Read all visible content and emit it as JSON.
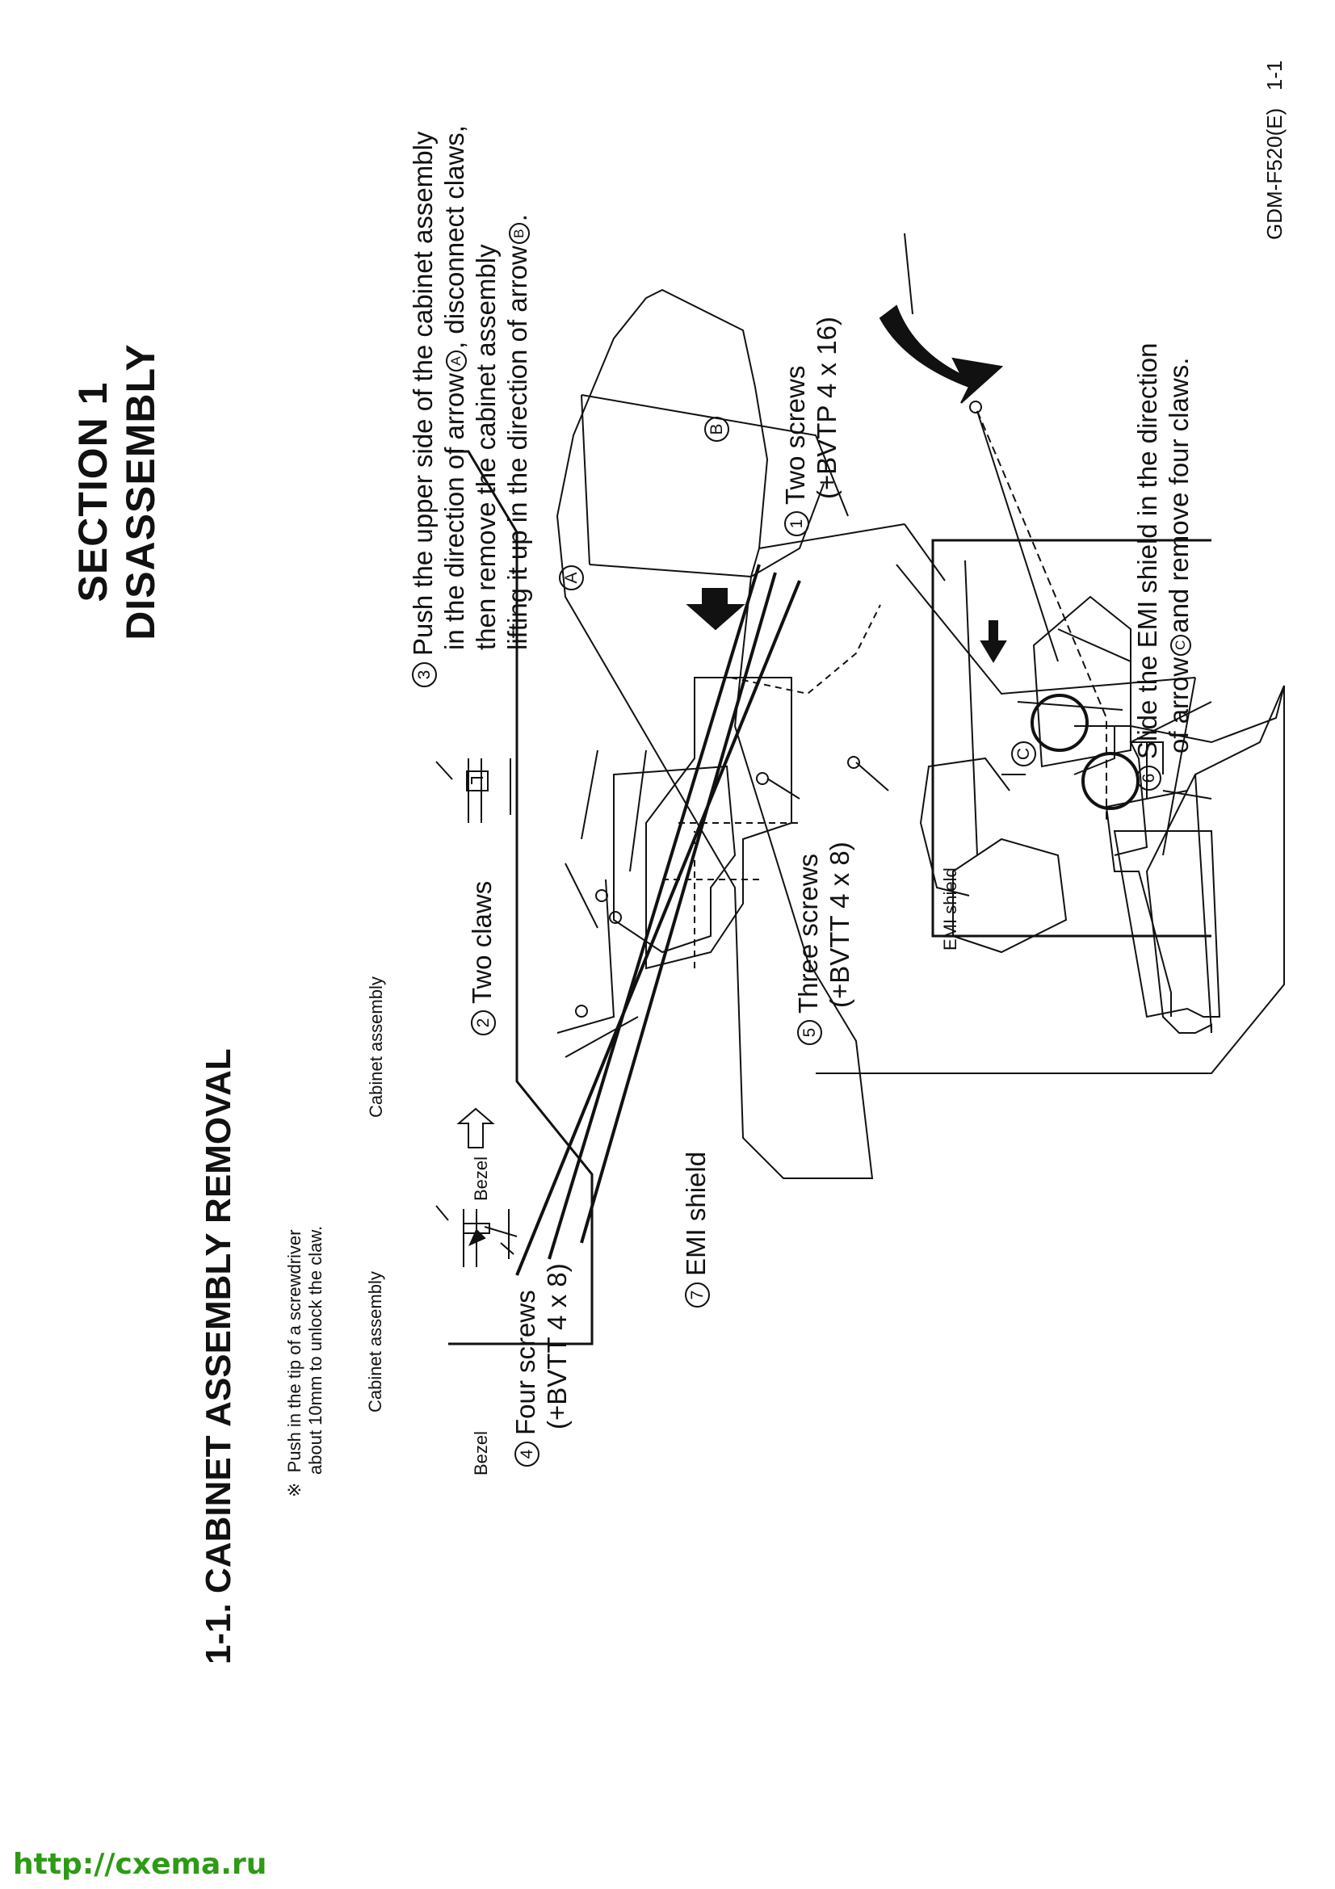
{
  "section": {
    "number": "SECTION  1",
    "title": "DISASSEMBLY"
  },
  "heading": "1-1.  CABINET ASSEMBLY REMOVAL",
  "note": {
    "mark": "※",
    "lines": [
      "Push in the tip of a screwdriver",
      "about 10mm to unlock the claw."
    ]
  },
  "steps": [
    {
      "num": "1",
      "lines": [
        "Two screws",
        "(+BVTP 4 x 16)"
      ]
    },
    {
      "num": "2",
      "lines": [
        "Two claws"
      ]
    },
    {
      "num": "3",
      "lines": [
        "Push the upper side of the cabinet assembly",
        "in the direction of arrow",
        ", disconnect claws,",
        "then remove the cabinet assembly",
        "lifting it up in the direction of arrow",
        "."
      ]
    },
    {
      "num": "4",
      "lines": [
        "Four screws",
        "(+BVTT 4 x 8)"
      ]
    },
    {
      "num": "5",
      "lines": [
        "Three screws",
        "(+BVTT 4 x 8)"
      ]
    },
    {
      "num": "6",
      "lines": [
        "Slide the EMI shield in the direction",
        "of arrow",
        "and remove four claws."
      ]
    },
    {
      "num": "7",
      "lines": [
        "EMI shield"
      ]
    }
  ],
  "arrows": {
    "a": "A",
    "b": "B",
    "c": "C"
  },
  "labels": {
    "bezel": "Bezel",
    "cabinet_assembly": "Cabinet assembly",
    "emi_shield": "EMI shield"
  },
  "footer": {
    "model": "GDM-F520(E)",
    "page": "1-1"
  },
  "watermark": "http://cxema.ru"
}
